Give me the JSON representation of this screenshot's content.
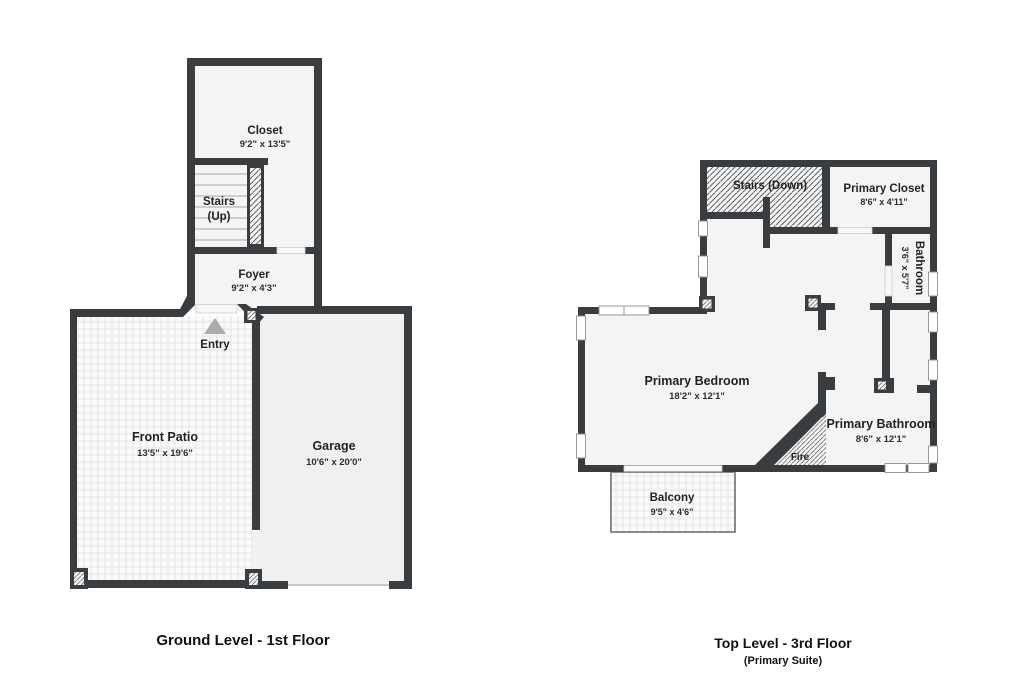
{
  "plans": [
    {
      "title": "Ground Level - 1st Floor",
      "rooms": {
        "closet": {
          "name": "Closet",
          "dims": "9'2\" x 13'5\""
        },
        "stairs": {
          "line1": "Stairs",
          "line2": "(Up)"
        },
        "foyer": {
          "name": "Foyer",
          "dims": "9'2\" x 4'3\""
        },
        "entry": {
          "name": "Entry"
        },
        "front_patio": {
          "name": "Front Patio",
          "dims": "13'5\" x 19'6\""
        },
        "garage": {
          "name": "Garage",
          "dims": "10'6\" x 20'0\""
        }
      }
    },
    {
      "title": "Top Level - 3rd Floor",
      "subtitle": "(Primary Suite)",
      "rooms": {
        "stairs_down": {
          "name": "Stairs (Down)"
        },
        "primary_closet": {
          "name": "Primary Closet",
          "dims": "8'6\" x 4'11\""
        },
        "bathroom": {
          "name": "Bathroom",
          "dims": "3'6\" x 5'7\""
        },
        "primary_bedroom": {
          "name": "Primary Bedroom",
          "dims": "18'2\" x 12'1\""
        },
        "primary_bathroom": {
          "name": "Primary Bathroom",
          "dims": "8'6\" x 12'1\""
        },
        "fire": {
          "name": "Fire"
        },
        "balcony": {
          "name": "Balcony",
          "dims": "9'5\" x 4'6\""
        }
      }
    }
  ],
  "colors": {
    "wall": "#3a3d40",
    "floor": "#f4f4f4",
    "garage_floor": "#f0f0f0",
    "accent_arrow": "#ababab"
  }
}
